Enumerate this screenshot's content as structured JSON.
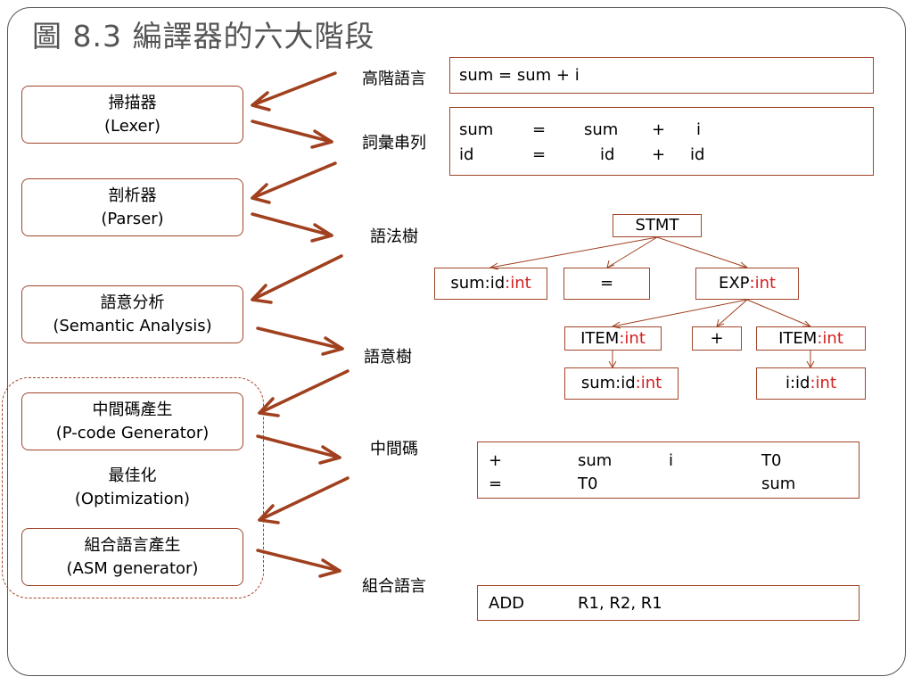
{
  "title": "圖 8.3 編譯器的六大階段",
  "stages": [
    {
      "name": "掃描器",
      "english": "(Lexer)"
    },
    {
      "name": "剖析器",
      "english": "(Parser)"
    },
    {
      "name": "語意分析",
      "english": "(Semantic Analysis)"
    },
    {
      "name": "中間碼產生",
      "english": "(P-code Generator)"
    },
    {
      "name": "最佳化",
      "english": "(Optimization)"
    },
    {
      "name": "組合語言產生",
      "english": "(ASM generator)"
    }
  ],
  "representations": [
    "高階語言",
    "詞彙串列",
    "語法樹",
    "語意樹",
    "中間碼",
    "組合語言"
  ],
  "source_code": "sum = sum + i",
  "tokens": {
    "row1": [
      "sum",
      "=",
      "sum",
      "+",
      "i"
    ],
    "row2": [
      "id",
      "=",
      "id",
      "+",
      "id"
    ]
  },
  "tree": {
    "root": "STMT",
    "sum_node": {
      "text": "sum:id",
      "type": ":int"
    },
    "assign": "=",
    "exp": {
      "text": "EXP",
      "type": ":int"
    },
    "item1": {
      "text": "ITEM",
      "type": ":int"
    },
    "plus": "+",
    "item2": {
      "text": "ITEM",
      "type": ":int"
    },
    "leaf1": {
      "text": "sum:id",
      "type": ":int"
    },
    "leaf2": {
      "text": "i:id",
      "type": ":int"
    }
  },
  "pcode": {
    "row1": [
      "+",
      "sum",
      "i",
      "T0"
    ],
    "row2": [
      "=",
      "T0",
      "",
      "sum"
    ]
  },
  "asm": {
    "op": "ADD",
    "args": "R1, R2, R1"
  },
  "colors": {
    "arrow": "#a0401e",
    "border": "#a0462a",
    "type_text": "#d42020"
  }
}
